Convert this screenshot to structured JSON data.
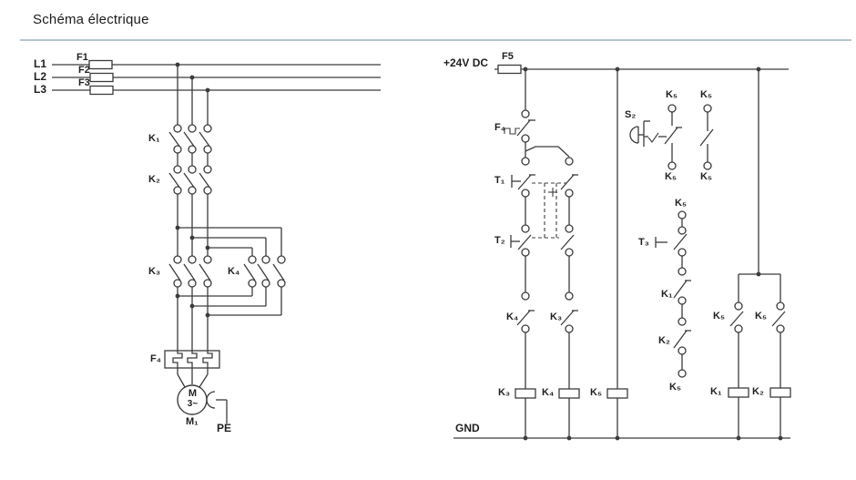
{
  "title": "Schéma électrique",
  "power_circuit": {
    "phases": [
      "L1",
      "L2",
      "L3"
    ],
    "fuses": [
      "F1",
      "F2",
      "F3"
    ],
    "contactors": {
      "k1": "K₁",
      "k2": "K₂",
      "k3": "K₃",
      "k4": "K₄"
    },
    "overload_relay": "F₄",
    "motor": {
      "symbol": "M",
      "type": "3~",
      "name": "M₁"
    },
    "earth": "PE"
  },
  "control_circuit": {
    "supply": "+24V DC",
    "fuse": "F5",
    "ground": "GND",
    "overload_contact": "F₄",
    "stop_button": "S₂",
    "k5_label": "K₅",
    "timers": {
      "t1": "T₁",
      "t2": "T₂",
      "t3": "T₃"
    },
    "interlock_contacts": {
      "k4": "K₄",
      "k3": "K₃",
      "k1": "K₁",
      "k2": "K₂"
    },
    "coils": {
      "k3": "K₃",
      "k4": "K₄",
      "k5": "K₅",
      "k1": "K₁",
      "k2": "K₂"
    }
  }
}
